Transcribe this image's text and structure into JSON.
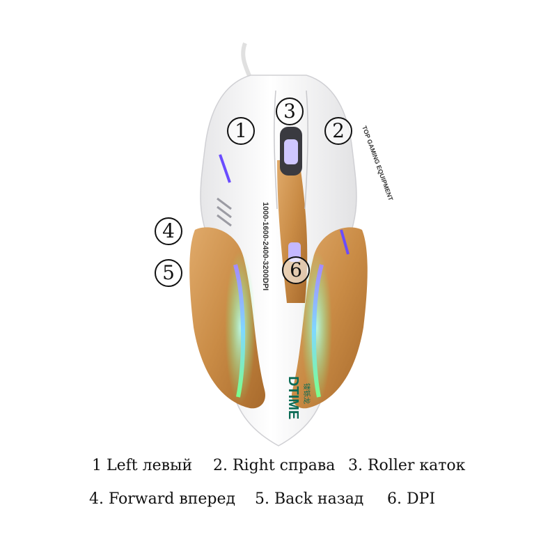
{
  "product": {
    "brand": "DTIME",
    "brand_cn": "镂铄龙",
    "side_text": "TOP GAMING EQUIPMENT",
    "dpi_text": "1000-1600-2400-3200DPI"
  },
  "callouts": [
    "1",
    "2",
    "3",
    "4",
    "5",
    "6"
  ],
  "legend": {
    "row1": [
      "1 Left левый",
      "2. Right справа",
      "3. Roller каток"
    ],
    "row2": [
      "4. Forward вперед",
      "5. Back назад",
      "6. DPI"
    ]
  },
  "colors": {
    "shell": "#f7f7f7",
    "gold": "#c98b45",
    "led_blue": "#6a4cff",
    "led_green": "#7dff8a",
    "brand_green": "#0a6b55"
  }
}
